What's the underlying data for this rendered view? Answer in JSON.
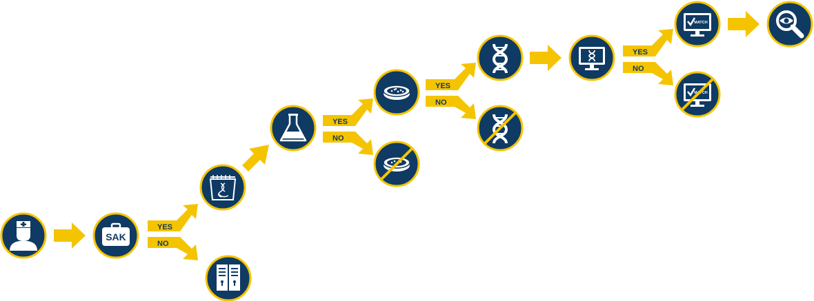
{
  "colors": {
    "navy": "#0f3a63",
    "gold": "#f5c400",
    "white": "#ffffff"
  },
  "nodes": [
    {
      "id": "nurse",
      "icon": "nurse-icon"
    },
    {
      "id": "sak",
      "icon": "kit-icon",
      "label": "SAK"
    },
    {
      "id": "storage",
      "icon": "storage-lockers-icon"
    },
    {
      "id": "dna-lab",
      "icon": "dna-sample-icon"
    },
    {
      "id": "flask",
      "icon": "flask-icon"
    },
    {
      "id": "petri",
      "icon": "petri-dish-icon"
    },
    {
      "id": "petri-crossed",
      "icon": "petri-dish-crossed-icon"
    },
    {
      "id": "dna",
      "icon": "dna-helix-icon"
    },
    {
      "id": "dna-crossed",
      "icon": "dna-helix-crossed-icon"
    },
    {
      "id": "monitor-dna",
      "icon": "monitor-dna-icon"
    },
    {
      "id": "match",
      "icon": "monitor-match-icon",
      "label": "MATCH"
    },
    {
      "id": "no-match",
      "icon": "monitor-match-crossed-icon",
      "label": "MATCH"
    },
    {
      "id": "investigate",
      "icon": "magnifier-icon"
    }
  ],
  "branches": [
    {
      "from": "sak",
      "yes": "YES",
      "no": "NO"
    },
    {
      "from": "flask",
      "yes": "YES",
      "no": "NO"
    },
    {
      "from": "petri",
      "yes": "YES",
      "no": "NO"
    },
    {
      "from": "monitor-dna",
      "yes": "YES",
      "no": "NO"
    }
  ]
}
